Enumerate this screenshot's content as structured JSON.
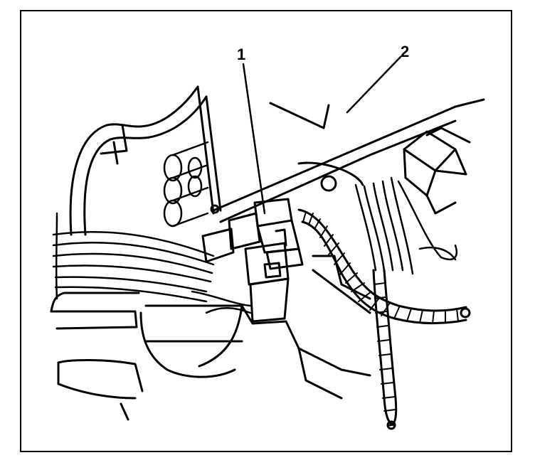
{
  "callouts": [
    {
      "number": "1",
      "target": "connector"
    },
    {
      "number": "2",
      "target": "harness-bracket"
    }
  ],
  "colors": {
    "stroke": "#000000",
    "background": "#ffffff"
  }
}
